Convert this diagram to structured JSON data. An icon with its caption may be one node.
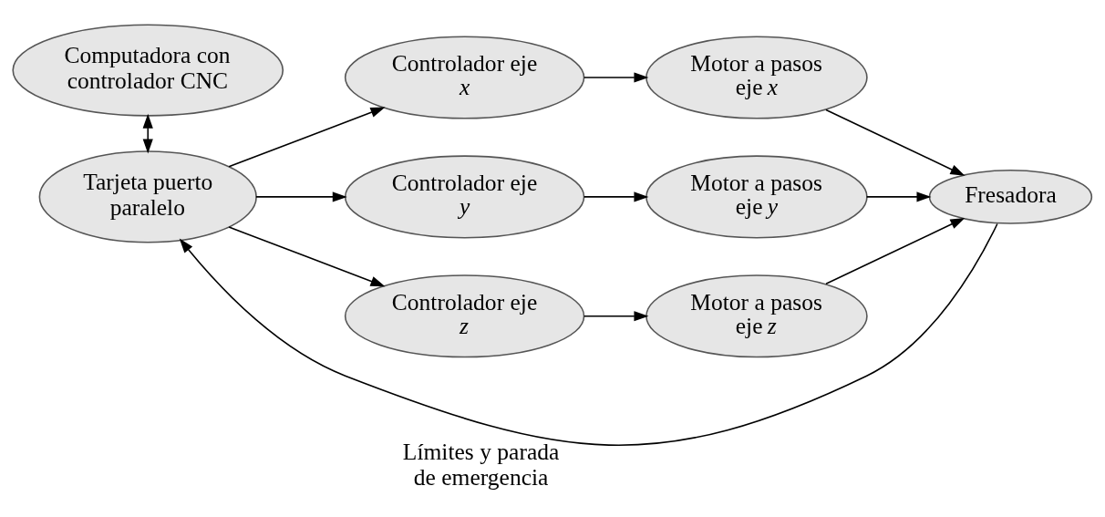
{
  "diagram": {
    "nodes": [
      {
        "text": [
          "Computadora con controlador CNC"
        ]
      },
      {
        "text": [
          "Tarjeta puerto paralelo"
        ]
      },
      {
        "text": [
          "Controlador eje *x*"
        ]
      },
      {
        "text": [
          "Controlador eje *y*"
        ]
      },
      {
        "text": [
          "Controlador eje *z*"
        ]
      },
      {
        "text": [
          "Motor a pasos eje *x*"
        ]
      },
      {
        "text": [
          "Motor a pasos eje *y*"
        ]
      },
      {
        "text": [
          "Motor a pasos eje *z*"
        ]
      },
      {
        "text": [
          "Fresadora"
        ]
      }
    ],
    "edges": [
      {
        "from": 0,
        "to": 1,
        "arrow": "both"
      },
      {
        "from": 1,
        "to": 2,
        "arrow": "to"
      },
      {
        "from": 1,
        "to": 3,
        "arrow": "to"
      },
      {
        "from": 1,
        "to": 4,
        "arrow": "to"
      },
      {
        "from": 2,
        "to": 5,
        "arrow": "to"
      },
      {
        "from": 3,
        "to": 6,
        "arrow": "to"
      },
      {
        "from": 4,
        "to": 7,
        "arrow": "to"
      },
      {
        "from": 5,
        "to": 8,
        "arrow": "to"
      },
      {
        "from": 6,
        "to": 8,
        "arrow": "to"
      },
      {
        "from": 7,
        "to": 8,
        "arrow": "to"
      },
      {
        "from": 8,
        "to": 1,
        "arrow": "to",
        "label": "Límites y parada de emergencia"
      }
    ]
  }
}
